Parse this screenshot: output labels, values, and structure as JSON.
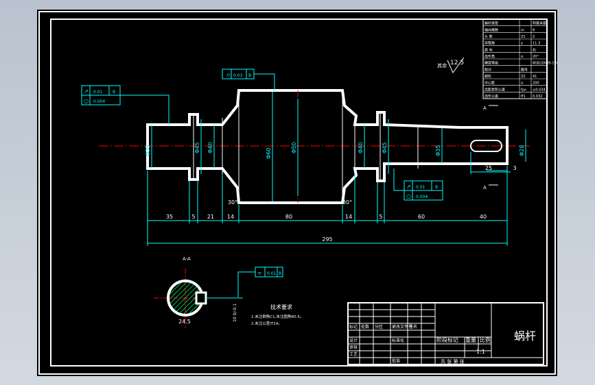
{
  "drawing": {
    "title": "蜗杆",
    "section_label": "A-A",
    "view_mark_a": "A",
    "colors": {
      "paper": "#000000",
      "outline": "#ffffff",
      "dimension": "#00ffff",
      "centerline": "#ff0000",
      "hatch": "#00ff66",
      "section": "#00ff00"
    },
    "parameter_table": [
      {
        "name": "蜗杆类型",
        "symbol": "",
        "value": "阿基米德"
      },
      {
        "name": "轴向模数",
        "symbol": "m",
        "value": "8"
      },
      {
        "name": "头 数",
        "symbol": "Z1",
        "value": "2"
      },
      {
        "name": "导程角",
        "symbol": "γ",
        "value": "11.3"
      },
      {
        "name": "旋 向",
        "symbol": "",
        "value": "右"
      },
      {
        "name": "齿形角",
        "symbol": "α",
        "value": "20°"
      },
      {
        "name": "精度等级",
        "symbol": "",
        "value": "8GB10089-1988"
      },
      {
        "name": "配对",
        "symbol": "图号",
        "value": ""
      },
      {
        "name": "蜗轮",
        "symbol": "Z2",
        "value": "41"
      },
      {
        "name": "中心距",
        "symbol": "a",
        "value": "200"
      },
      {
        "name": "齿距累积公差",
        "symbol": "fpx",
        "value": "±0.034"
      },
      {
        "name": "齿形公差",
        "symbol": "ff1",
        "value": "0.032"
      }
    ],
    "tolerance_frames": [
      {
        "symbol": "⌭",
        "value": "0.03",
        "datum": "B"
      },
      {
        "symbol": "↗",
        "value": "0.01",
        "datum": "B"
      },
      {
        "symbol": "○",
        "value": "0.004",
        "datum": ""
      },
      {
        "symbol": "↗",
        "value": "0.01",
        "datum": "B"
      },
      {
        "symbol": "○",
        "value": "0.004",
        "datum": ""
      },
      {
        "symbol": "⌯",
        "value": "0.01",
        "datum": "B"
      }
    ],
    "roughness": {
      "main": "12.5",
      "other": "其余"
    },
    "diameters": [
      "Φ35",
      "Φ45",
      "Φ40",
      "Φ60",
      "Φ50",
      "Φ40",
      "Φ45",
      "Φ35",
      "Φ28"
    ],
    "dimensions_bottom": [
      "35",
      "5",
      "21",
      "14",
      "80",
      "14",
      "5",
      "60",
      "40"
    ],
    "overall_length": "295",
    "keyway_dims": [
      "25",
      "3"
    ],
    "angles": [
      "30°",
      "30°"
    ],
    "section_dims": [
      "24.5",
      "10 0/-0.1"
    ],
    "tech_requirements": {
      "heading": "技术要求",
      "items": [
        "1.未注倒角C1,未注圆角R0.5。",
        "2.未注公差IT14。"
      ]
    },
    "title_block": {
      "labels": [
        "标记",
        "设计",
        "审核",
        "工艺",
        "处数",
        "分区",
        "更改文件号",
        "签名",
        "标准化",
        "批准"
      ],
      "stage_header": "阶段标记",
      "weight_header": "重量",
      "scale_header": "比例",
      "scale": "1:1",
      "sheets": "共  张 第  张"
    }
  }
}
